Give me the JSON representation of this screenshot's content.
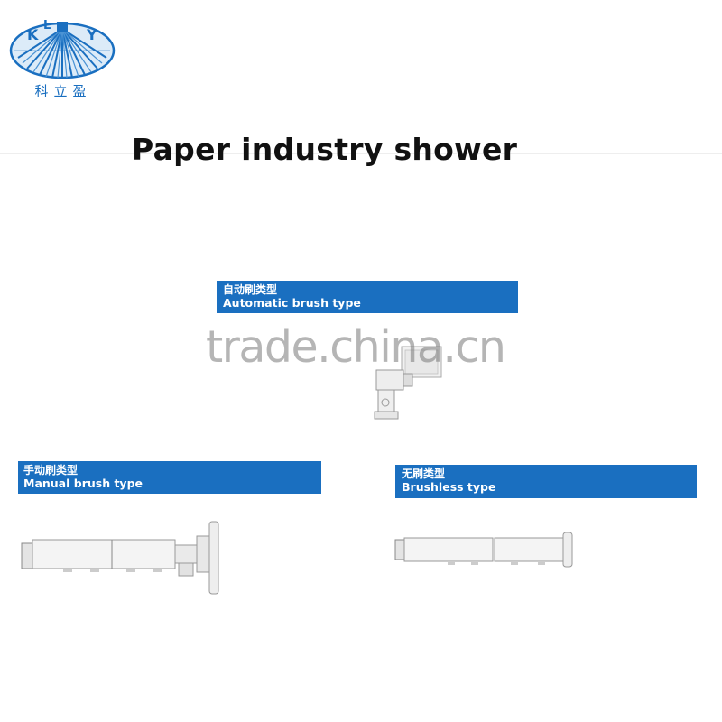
{
  "logo": {
    "letters": [
      "K",
      "L",
      "Y"
    ],
    "chinese_name": "科立盈",
    "color": "#1a6fc0"
  },
  "title": "Paper industry shower",
  "watermark": "trade.china.cn",
  "banner_color": "#1a6fc0",
  "sections": [
    {
      "id": "automatic",
      "label_cn": "自动刷类型",
      "label_en": "Automatic brush type"
    },
    {
      "id": "manual",
      "label_cn": "手动刷类型",
      "label_en": "Manual brush type"
    },
    {
      "id": "brushless",
      "label_cn": "无刷类型",
      "label_en": "Brushless type"
    }
  ]
}
